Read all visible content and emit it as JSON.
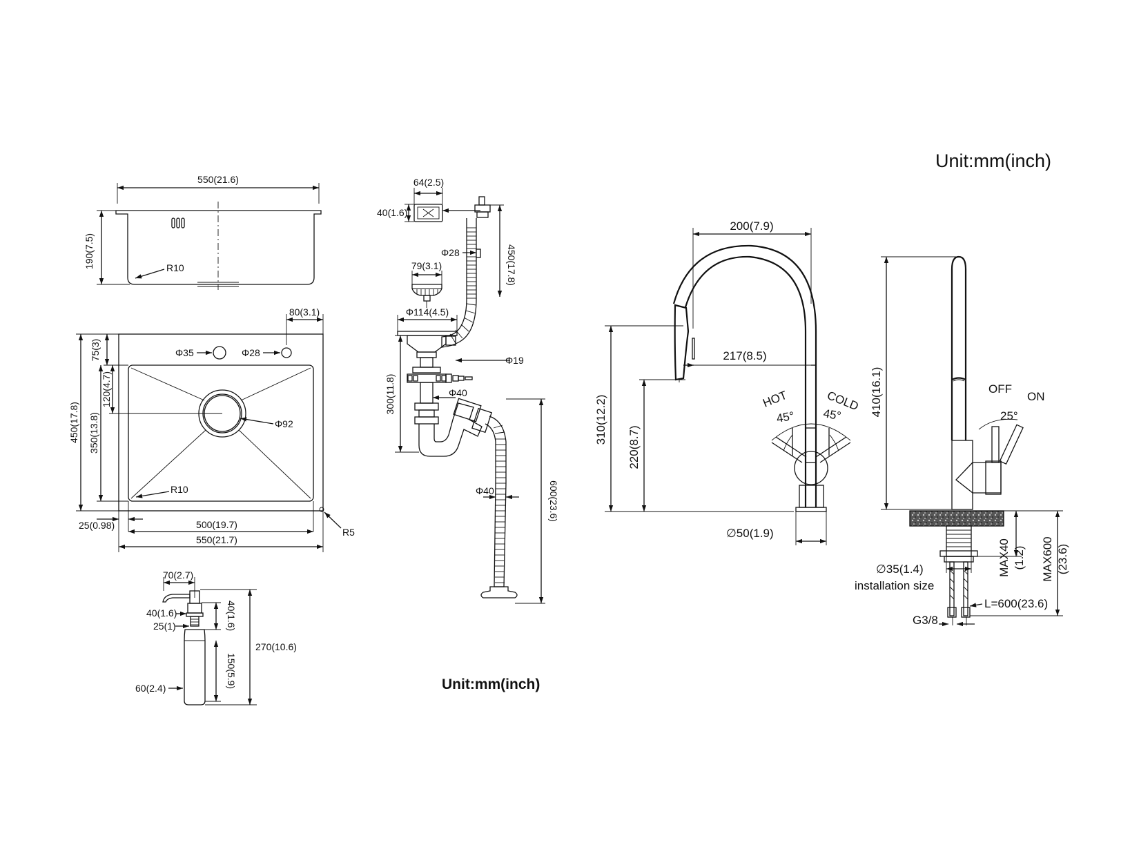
{
  "units": {
    "top_right": "Unit:mm(inch)",
    "middle": "Unit:mm(inch)"
  },
  "sink_side": {
    "width": "550(21.6)",
    "depth": "190(7.5)",
    "radius": "R10"
  },
  "sink_top": {
    "tap_offset": "80(3.1)",
    "hole_a": "Φ35",
    "hole_b": "Φ28",
    "top_margin": "75(3)",
    "drain_offset": "120(4.7)",
    "drain_dia": "Φ92",
    "outer_depth": "450(17.8)",
    "inner_depth": "350(13.8)",
    "inner_radius": "R10",
    "edge_margin": "25(0.98)",
    "inner_width": "500(19.7)",
    "outer_width": "550(21.7)",
    "corner_radius": "R5"
  },
  "drain_kit": {
    "overflow_w": "64(2.5)",
    "overflow_h": "40(1.6)",
    "hose_dia": "Φ28",
    "hose_len": "450(17.8)",
    "strainer_w": "79(3.1)",
    "basket_dia": "Φ114(4.5)",
    "branch_dia": "Φ19",
    "trap_height": "300(11.8)",
    "pipe_dia": "Φ40",
    "flex_dia": "Φ40",
    "flex_len": "600(23.6)"
  },
  "soap_dispenser": {
    "spout": "70(2.7)",
    "head_h": "40(1.6)",
    "shank_h": "25(1)",
    "thread_h": "40(1.6)",
    "bottle_h": "150(5.9)",
    "total_h": "270(10.6)",
    "bottle_w": "60(2.4)"
  },
  "faucet_front": {
    "reach": "200(7.9)",
    "spray_reach": "217(8.5)",
    "total_h": "310(12.2)",
    "spout_h": "220(8.7)",
    "hot": "HOT",
    "cold": "COLD",
    "angle_hot": "45°",
    "angle_cold": "45°",
    "base_dia": "∅50(1.9)"
  },
  "faucet_side": {
    "height": "410(16.1)",
    "off": "OFF",
    "on": "ON",
    "angle": "25°",
    "hole_dia": "∅35(1.4)",
    "install": "installation size",
    "hose_len": "L=600(23.6)",
    "thread": "G3/8",
    "max_deck": "MAX40",
    "max_deck_in": "(1.2)",
    "max_total": "MAX600",
    "max_total_in": "(23.6)"
  }
}
